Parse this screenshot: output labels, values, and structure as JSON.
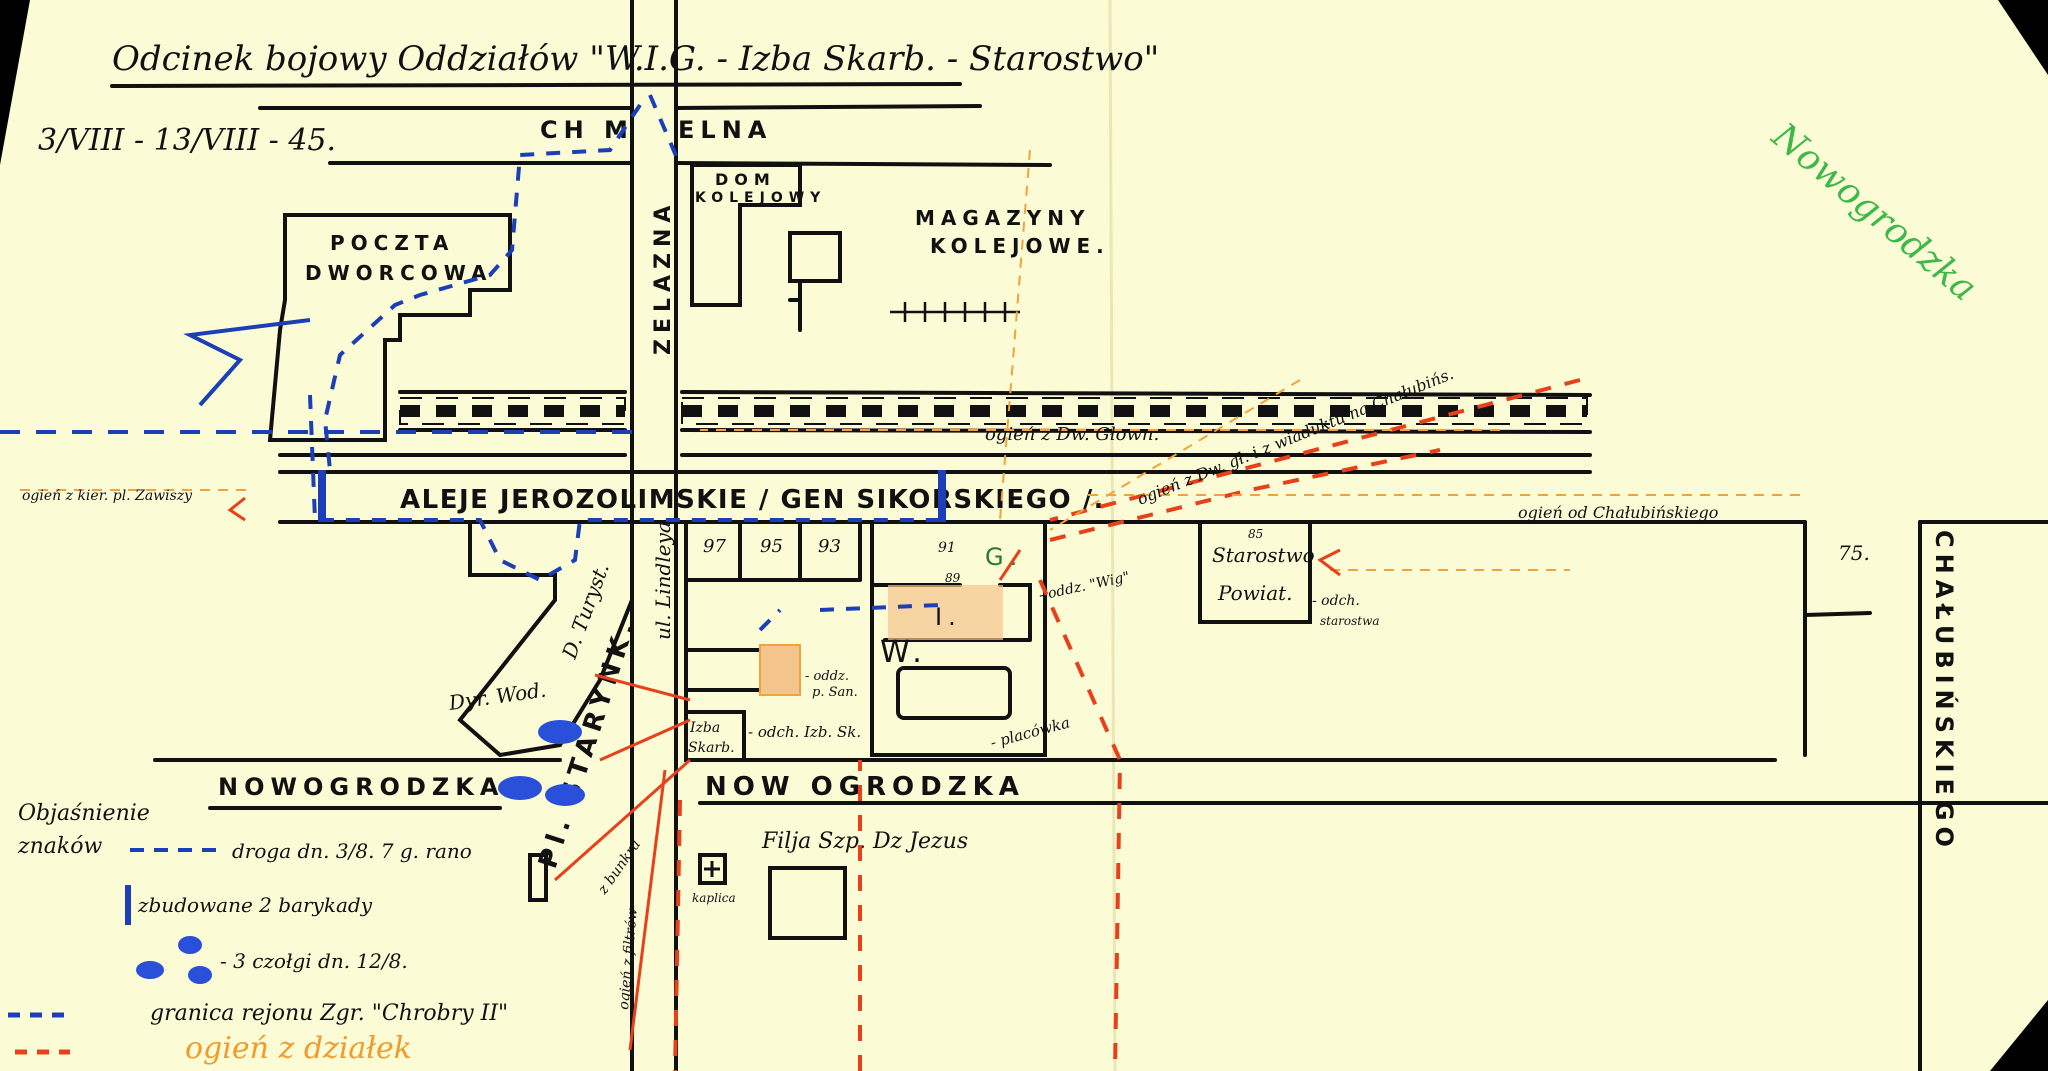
{
  "title": "Odcinek bojowy Oddziałów \"W.I.G. - Izba Skarb. - Starostwo\"",
  "date": "3/VIII - 13/VIII - 45.",
  "streets": {
    "chmielna_left": "CH M",
    "chmielna_right": "ELNA",
    "zelazna": "ZELAZNA",
    "aleje": "ALEJE JEROZOLIMSKIE / GEN SIKORSKIEGO /.",
    "nowogrodzka_left": "NOWOGRODZKA",
    "nowogrodzka_right": "NOW OGRODZKA",
    "lindleya": "ul. Lindleya",
    "chalubinskiego": "CHAŁUBIŃSKIEGO",
    "starynk": "Pl. STARYNK."
  },
  "buildings": {
    "poczta_1": "POCZTA",
    "poczta_2": "DWORCOWA",
    "dom_kolejowy_1": "DOM",
    "dom_kolejowy_2": "KOLEJOWY",
    "magazyny_1": "MAGAZYNY",
    "magazyny_2": "KOLEJOWE.",
    "dyr_wod": "Dyr. Wod.",
    "d_turyst": "D. Turyst.",
    "n97": "97",
    "n95": "95",
    "n93": "93",
    "n91": "91",
    "n89": "89",
    "g": "G.",
    "i": "I.",
    "w": "W.",
    "izba_skarb_1": "Izba",
    "izba_skarb_2": "Skarb.",
    "starostwo_1": "Starostwo",
    "starostwo_2": "Powiat.",
    "n85": "85",
    "n75": "75.",
    "filja": "Filja Szp. Dz Jezus",
    "kaplica": "kaplica"
  },
  "annotations": {
    "ogien_zawiszy": "ogień z kier. pl. Zawiszy",
    "ogien_dw_glown": "ogień z Dw. Głown.",
    "ogien_dw_gl_2": "ogień z Dw. gł. i z wiaduktu na Chałubińs.",
    "ogien_chalubinskiego": "ogień od Chałubińskiego",
    "odd_wig": "- oddz. \"Wig\"",
    "odch_starostwa_1": "- odch.",
    "odch_starostwa_2": "starostwa",
    "oddz_san_1": "- oddz.",
    "oddz_san_2": "p. San.",
    "odch_izb": "- odch. Izb. Sk.",
    "placowka": "- placówka",
    "z_bunkra": "z bunkra",
    "ogien_z_filtrow": "ogień z filtrów"
  },
  "legend": {
    "title_1": "Objaśnienie",
    "title_2": "znaków",
    "route": "droga dn. 3/8. 7 g. rano",
    "barricades": "zbudowane 2 barykady",
    "nests": "- 3 czołgi dn. 12/8.",
    "boundary": "granica rejonu Zgr. \"Chrobry II\"",
    "fire": "ogień z działek"
  },
  "margin_note": "Nowogrodzka",
  "colors": {
    "paper": "#fbfbd6",
    "ink": "#111111",
    "route_blue": "#1c3fb8",
    "fire_red": "#e8401a",
    "fire_orange": "#f2a23a",
    "note_green": "#3fb84a"
  }
}
